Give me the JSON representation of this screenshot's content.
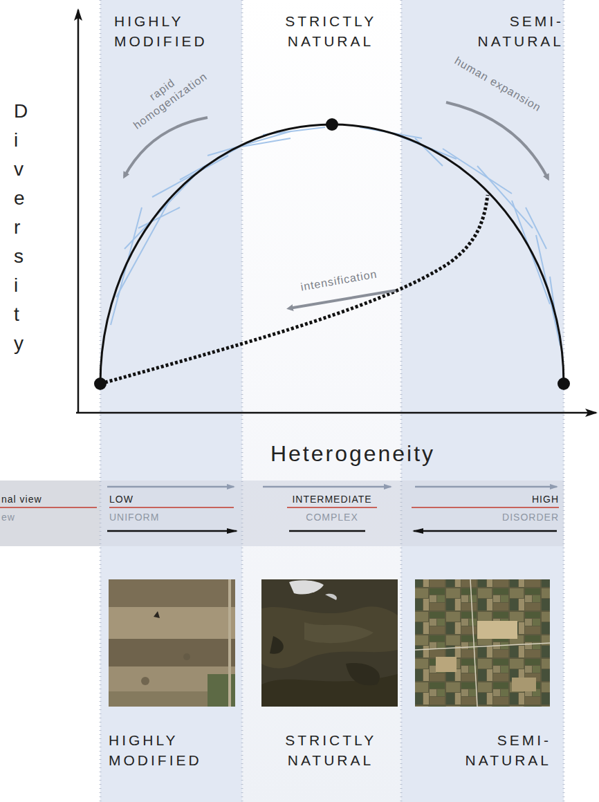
{
  "diagram": {
    "labels": [
      "HIGHLY MODIFIED",
      "STRICTLY NATURAL",
      "SEMI- NATURAL",
      "Diversity",
      "rapid homogenization",
      "human expansion",
      "intensification",
      "Heterogeneity",
      "nal view",
      "ew",
      "LOW",
      "UNIFORM",
      "INTERMEDIATE",
      "COMPLEX",
      "HIGH",
      "DISORDER",
      "HIGHLY MODIFIED",
      "STRICTLY NATURAL",
      "SEMI- NATURAL"
    ]
  }
}
